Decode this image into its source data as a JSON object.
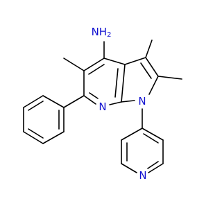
{
  "molecule": {
    "atom_labels": {
      "amine": "NH",
      "amine_sub": "2",
      "pyridine_n_core": "N",
      "pyrrole_n": "N",
      "pyridyl_n": "N"
    },
    "colors": {
      "bond": "#000000",
      "nitrogen": "#1010d0",
      "background": "#ffffff"
    }
  }
}
